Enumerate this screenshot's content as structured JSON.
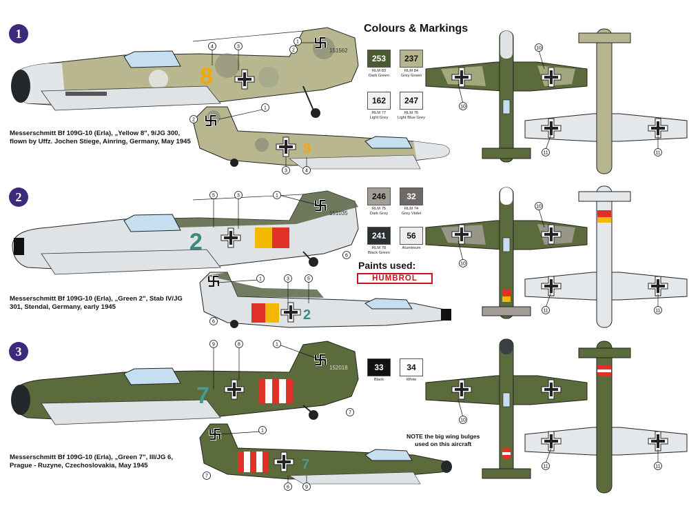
{
  "title": "Colours & Markings",
  "schemes": [
    {
      "number": "1",
      "caption_lines": [
        "Messerschmitt Bf 109G-10 (Erla), „Yellow 8\", 9/JG 300,",
        "flown by Uffz. Jochen Stiege, Ainring, Germany, May 1945"
      ],
      "code": "8",
      "code_color": "#f2a800",
      "serial": "151562"
    },
    {
      "number": "2",
      "caption_lines": [
        "Messerschmitt Bf 109G-10 (Erla), „Green 2\", Stab IV/JG",
        "301, Stendal, Germany, early 1945"
      ],
      "code": "2",
      "code_color": "#3a8a80",
      "serial": "151035"
    },
    {
      "number": "3",
      "caption_lines": [
        "Messerschmitt Bf 109G-10 (Erla), „Green 7\", III/JG 6,",
        "Prague - Ruzyne, Czechoslovakia, May 1945"
      ],
      "code": "7",
      "code_color": "#4a9a94",
      "serial": "152018"
    }
  ],
  "swatches": [
    {
      "code": "253",
      "name_lines": [
        "RLM 83",
        "Dark Green"
      ],
      "color": "#4b5a33",
      "text_color": "#ffffff"
    },
    {
      "code": "237",
      "name_lines": [
        "RLM 84",
        "Grey Green"
      ],
      "color": "#b7b58f",
      "text_color": "#111111"
    },
    {
      "code": "162",
      "name_lines": [
        "RLM 77",
        "Light Grey"
      ],
      "color": "#f3f3f3",
      "text_color": "#111111"
    },
    {
      "code": "247",
      "name_lines": [
        "RLM 76",
        "Light Blue Grey"
      ],
      "color": "#f4f6f6",
      "text_color": "#111111"
    },
    {
      "code": "246",
      "name_lines": [
        "RLM 75",
        "Dark Grey"
      ],
      "color": "#a29d96",
      "text_color": "#111111"
    },
    {
      "code": "32",
      "name_lines": [
        "RLM 74",
        "Grey Violet"
      ],
      "color": "#6f6a68",
      "text_color": "#ffffff"
    },
    {
      "code": "241",
      "name_lines": [
        "RLM 78",
        "Black Green"
      ],
      "color": "#2b3032",
      "text_color": "#ffffff"
    },
    {
      "code": "56",
      "name_lines": [
        "Aluminium"
      ],
      "color": "#eeeeee",
      "text_color": "#111111"
    },
    {
      "code": "33",
      "name_lines": [
        "Black"
      ],
      "color": "#111111",
      "text_color": "#ffffff"
    },
    {
      "code": "34",
      "name_lines": [
        "White"
      ],
      "color": "#ffffff",
      "text_color": "#111111"
    }
  ],
  "paints_label": "Paints used:",
  "brand": "HUMBROL",
  "note_lines": [
    "NOTE the big wing bulges",
    "used on this aircraft"
  ],
  "callouts": {
    "s1": [
      "1",
      "2",
      "4",
      "3",
      "2",
      "1",
      "3",
      "4",
      "10",
      "10",
      "11",
      "11"
    ],
    "s2": [
      "5",
      "3",
      "1",
      "6",
      "1",
      "6",
      "3",
      "5",
      "10",
      "10",
      "11",
      "11"
    ],
    "s3": [
      "9",
      "8",
      "1",
      "7",
      "1",
      "7",
      "6",
      "9",
      "10",
      "11",
      "11"
    ]
  },
  "colors": {
    "number_badge": "#3d2a7a",
    "dark_green": "#4b5a33",
    "grey_green": "#b7b58f",
    "light_blue_grey": "#e4e8ea",
    "red_band": "#e03127",
    "yellow_band": "#f2b800"
  }
}
